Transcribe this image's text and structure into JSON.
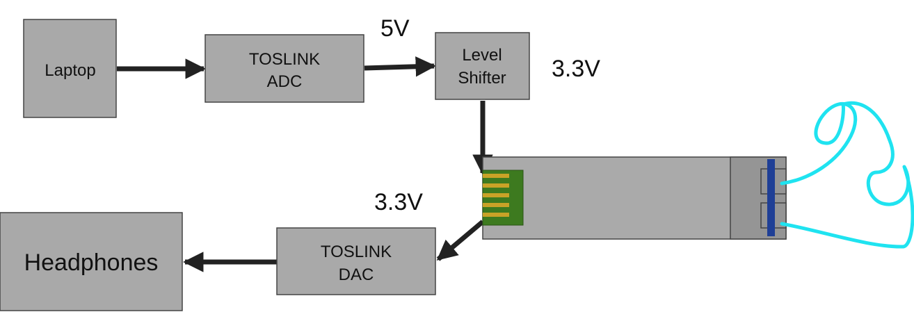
{
  "colors": {
    "block_fill": "#a9a9a9",
    "block_stroke": "#444444",
    "arrow": "#222222",
    "sfp_body": "#aaaaaa",
    "sfp_end": "#959595",
    "pcb": "#3d7a1f",
    "pins": "#c9a227",
    "blue_bar": "#1f3f96",
    "fiber": "#1fe3f0"
  },
  "blocks": {
    "laptop": "Laptop",
    "adc_line1": "TOSLINK",
    "adc_line2": "ADC",
    "shifter_line1": "Level",
    "shifter_line2": "Shifter",
    "dac_line1": "TOSLINK",
    "dac_line2": "DAC",
    "headphones": "Headphones"
  },
  "voltages": {
    "adc_out": "5V",
    "shifter_out": "3.3V",
    "sfp_out": "3.3V"
  },
  "icons": {
    "sfp_module": "sfp-transceiver-icon",
    "fiber_loop": "fiber-optic-loop-icon"
  }
}
